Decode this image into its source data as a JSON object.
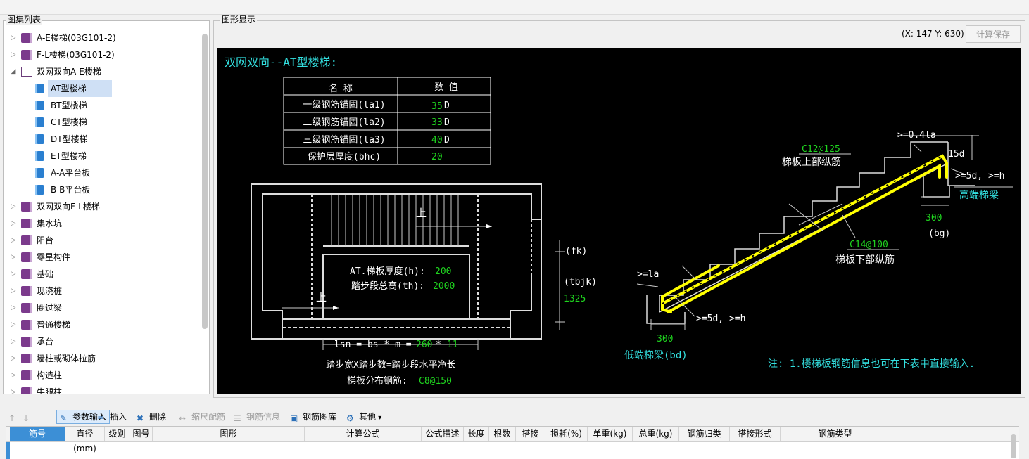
{
  "panels": {
    "left_title": "图集列表",
    "right_title": "图形显示"
  },
  "tree": [
    {
      "label": "A-E楼梯(03G101-2)",
      "level": 0,
      "expanded": false,
      "icon": "book"
    },
    {
      "label": "F-L楼梯(03G101-2)",
      "level": 0,
      "expanded": false,
      "icon": "book"
    },
    {
      "label": "双网双向A-E楼梯",
      "level": 0,
      "expanded": true,
      "icon": "open-book"
    },
    {
      "label": "AT型楼梯",
      "level": 1,
      "icon": "page",
      "selected": true
    },
    {
      "label": "BT型楼梯",
      "level": 1,
      "icon": "page"
    },
    {
      "label": "CT型楼梯",
      "level": 1,
      "icon": "page"
    },
    {
      "label": "DT型楼梯",
      "level": 1,
      "icon": "page"
    },
    {
      "label": "ET型楼梯",
      "level": 1,
      "icon": "page"
    },
    {
      "label": "A-A平台板",
      "level": 1,
      "icon": "page"
    },
    {
      "label": "B-B平台板",
      "level": 1,
      "icon": "page"
    },
    {
      "label": "双网双向F-L楼梯",
      "level": 0,
      "expanded": false,
      "icon": "book"
    },
    {
      "label": "集水坑",
      "level": 0,
      "expanded": false,
      "icon": "book"
    },
    {
      "label": "阳台",
      "level": 0,
      "expanded": false,
      "icon": "book"
    },
    {
      "label": "零星构件",
      "level": 0,
      "expanded": false,
      "icon": "book"
    },
    {
      "label": "基础",
      "level": 0,
      "expanded": false,
      "icon": "book"
    },
    {
      "label": "现浇桩",
      "level": 0,
      "expanded": false,
      "icon": "book"
    },
    {
      "label": "圈过梁",
      "level": 0,
      "expanded": false,
      "icon": "book"
    },
    {
      "label": "普通楼梯",
      "level": 0,
      "expanded": false,
      "icon": "book"
    },
    {
      "label": "承台",
      "level": 0,
      "expanded": false,
      "icon": "book"
    },
    {
      "label": "墙柱或砌体拉筋",
      "level": 0,
      "expanded": false,
      "icon": "book"
    },
    {
      "label": "构造柱",
      "level": 0,
      "expanded": false,
      "icon": "book"
    },
    {
      "label": "牛腿柱",
      "level": 0,
      "expanded": false,
      "icon": "book"
    }
  ],
  "display": {
    "coords": "(X: 147 Y: 630)",
    "calc_save": "计算保存"
  },
  "drawing": {
    "title": "双网双向--AT型楼梯:",
    "table_head": [
      "名 称",
      "数 值"
    ],
    "table_rows": [
      {
        "name": "一级钢筋锚固(la1)",
        "value": "35",
        "unit": "D"
      },
      {
        "name": "二级钢筋锚固(la2)",
        "value": "33",
        "unit": "D"
      },
      {
        "name": "三级钢筋锚固(la3)",
        "value": "40",
        "unit": "D"
      },
      {
        "name": "保护层厚度(bhc)",
        "value": "20",
        "unit": ""
      }
    ],
    "up_label": "上",
    "thickness_label": "AT.梯板厚度(h):",
    "thickness_value": "200",
    "height_label": "踏步段总高(th):",
    "height_value": "2000",
    "fk": "(fk)",
    "tbjk": "(tbjk)",
    "tbjk_value": "1325",
    "lsn_label": "lsn = bs * m =",
    "lsn_bs": "260",
    "lsn_op": "*",
    "lsn_m": "11",
    "step_note": "踏步宽X踏步数=踏步段水平净长",
    "dist_label": "梯板分布钢筋:",
    "dist_value": "C8@150",
    "top_bar_spec": "C12@125",
    "top_bar_label": "梯板上部纵筋",
    "bottom_bar_spec": "C14@100",
    "bottom_bar_label": "梯板下部纵筋",
    "dim_04la": ">=0.4la",
    "dim_15d": "15d",
    "dim_5d_h_top": ">=5d, >=h",
    "high_beam": "高端梯梁",
    "high_300": "300",
    "high_bg": "(bg)",
    "dim_la": ">=la",
    "dim_5d_h_low": ">=5d, >=h",
    "low_300": "300",
    "low_beam": "低端梯梁(bd)",
    "note": "注: 1.楼梯板钢筋信息也可在下表中直接输入."
  },
  "toolbar": [
    {
      "label": "",
      "icon": "move-up-icon",
      "disabled": true
    },
    {
      "label": "",
      "icon": "move-down-icon",
      "disabled": true
    },
    {
      "label": "参数输入",
      "icon": "param-input-icon",
      "active": true
    },
    {
      "label": "插入",
      "icon": "insert-icon"
    },
    {
      "label": "删除",
      "icon": "delete-icon"
    },
    {
      "label": "缩尺配筋",
      "icon": "scale-rebar-icon",
      "disabled": true
    },
    {
      "label": "钢筋信息",
      "icon": "rebar-info-icon",
      "disabled": true
    },
    {
      "label": "钢筋图库",
      "icon": "rebar-library-icon"
    },
    {
      "label": "其他",
      "icon": "other-icon",
      "dropdown": true
    }
  ],
  "grid_columns": [
    "筋号",
    "直径(mm)",
    "级别",
    "图号",
    "图形",
    "计算公式",
    "公式描述",
    "长度",
    "根数",
    "搭接",
    "损耗(%)",
    "单重(kg)",
    "总重(kg)",
    "钢筋归类",
    "搭接形式",
    "钢筋类型"
  ],
  "colors": {
    "canvas_bg": "#000000",
    "cad_white": "#ffffff",
    "cad_green": "#1fd41f",
    "cad_cyan": "#33e0e0",
    "cad_yellow": "#ffff00",
    "accent_blue": "#3c8fd6"
  }
}
